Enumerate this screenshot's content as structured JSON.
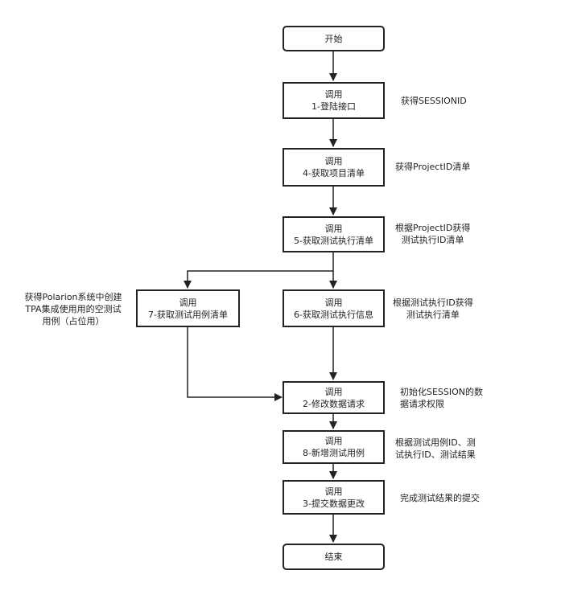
{
  "nodes": {
    "start": {
      "line1": "开始"
    },
    "login": {
      "line1": "调用",
      "line2": "1-登陆接口"
    },
    "projects": {
      "line1": "调用",
      "line2": "4-获取项目清单"
    },
    "executions": {
      "line1": "调用",
      "line2": "5-获取测试执行清单"
    },
    "testcases": {
      "line1": "调用",
      "line2": "7-获取测试用例清单"
    },
    "exec_info": {
      "line1": "调用",
      "line2": "6-获取测试执行信息"
    },
    "modify": {
      "line1": "调用",
      "line2": "2-修改数据请求"
    },
    "add_case": {
      "line1": "调用",
      "line2": "8-新增测试用例"
    },
    "submit": {
      "line1": "调用",
      "line2": "3-提交数据更改"
    },
    "end": {
      "line1": "结束"
    }
  },
  "notes": {
    "login": {
      "line1": "获得SESSIONID"
    },
    "projects": {
      "line1": "获得ProjectID清单"
    },
    "executions": {
      "line1": "根据ProjectID获得",
      "line2": "测试执行ID清单"
    },
    "testcases": {
      "line1": "获得Polarion系统中创建",
      "line2": "TPA集成使用用的空测试",
      "line3": "用例（占位用）"
    },
    "exec_info": {
      "line1": "根据测试执行ID获得",
      "line2": "测试执行清单"
    },
    "modify": {
      "line1": "初始化SESSION的数",
      "line2": "据请求权限"
    },
    "add_case": {
      "line1": "根据测试用例ID、测",
      "line2": "试执行ID、测试结果"
    },
    "submit": {
      "line1": "完成测试结果的提交"
    }
  },
  "colors": {
    "stroke": "#222222",
    "background": "#ffffff"
  }
}
